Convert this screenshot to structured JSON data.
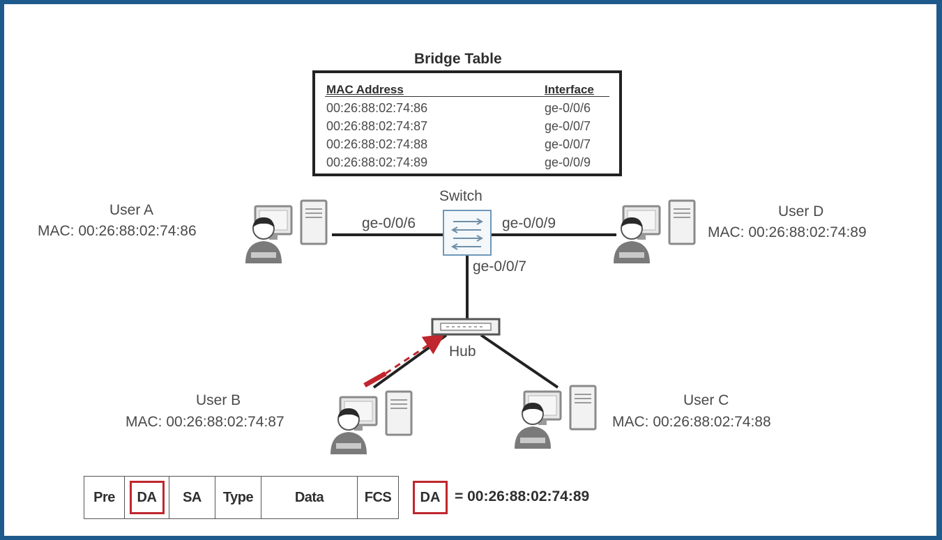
{
  "bridge_table": {
    "title": "Bridge Table",
    "headers": {
      "mac": "MAC Address",
      "interface": "Interface"
    },
    "rows": [
      {
        "mac": "00:26:88:02:74:86",
        "interface": "ge-0/0/6"
      },
      {
        "mac": "00:26:88:02:74:87",
        "interface": "ge-0/0/7"
      },
      {
        "mac": "00:26:88:02:74:88",
        "interface": "ge-0/0/7"
      },
      {
        "mac": "00:26:88:02:74:89",
        "interface": "ge-0/0/9"
      }
    ]
  },
  "switch": {
    "label": "Switch"
  },
  "hub": {
    "label": "Hub"
  },
  "ports": {
    "a": "ge-0/0/6",
    "d": "ge-0/0/9",
    "hub": "ge-0/0/7"
  },
  "users": {
    "a": {
      "name": "User A",
      "mac": "MAC: 00:26:88:02:74:86"
    },
    "b": {
      "name": "User B",
      "mac": "MAC: 00:26:88:02:74:87"
    },
    "c": {
      "name": "User C",
      "mac": "MAC: 00:26:88:02:74:88"
    },
    "d": {
      "name": "User D",
      "mac": "MAC: 00:26:88:02:74:89"
    }
  },
  "ethernet_frame": {
    "fields": [
      "Pre",
      "DA",
      "SA",
      "Type",
      "Data",
      "FCS"
    ],
    "highlighted_field": "DA",
    "legend_key": "DA",
    "legend_value": "= 00:26:88:02:74:89"
  },
  "colors": {
    "border": "#1f5a8c",
    "highlight": "#c0262d",
    "link": "#222222"
  },
  "icons": [
    "pc-icon",
    "switch-icon",
    "hub-icon",
    "user-icon",
    "frame-arrow-icon"
  ]
}
